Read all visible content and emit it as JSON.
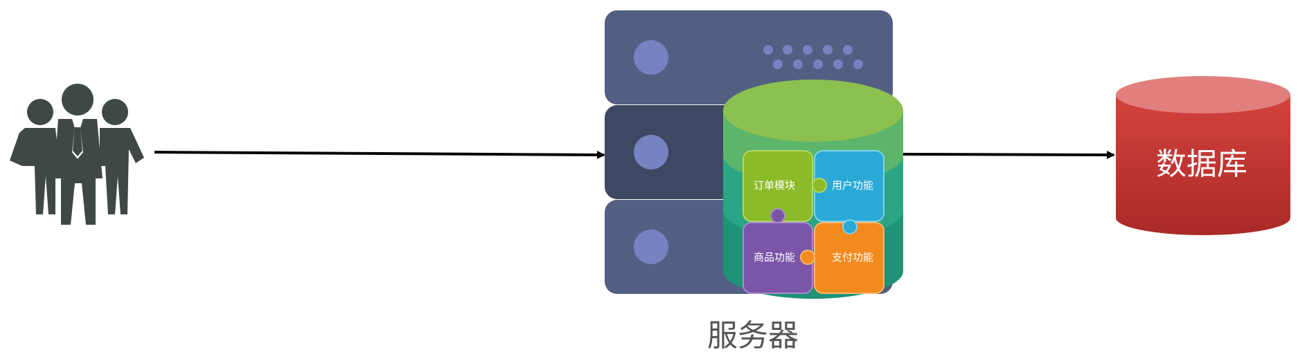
{
  "diagram": {
    "server": {
      "label": "服务器"
    },
    "database": {
      "label": "数据库"
    },
    "modules": [
      {
        "label": "订单模块",
        "color": "#8cbb2a"
      },
      {
        "label": "用户功能",
        "color": "#2aa9d6"
      },
      {
        "label": "商品功能",
        "color": "#7b55a8"
      },
      {
        "label": "支付功能",
        "color": "#f28a1e"
      }
    ],
    "colors": {
      "users": "#3f4846",
      "server_unit": "#535f82",
      "server_unit_dark": "#3f4862",
      "server_light": "#7683c2",
      "db_top": "#e07f7d",
      "db_body": "#c83b37",
      "cylinder_top": "#8cc050",
      "cylinder_mid": "#2fa882",
      "cylinder_bottom": "#1f9278"
    }
  }
}
